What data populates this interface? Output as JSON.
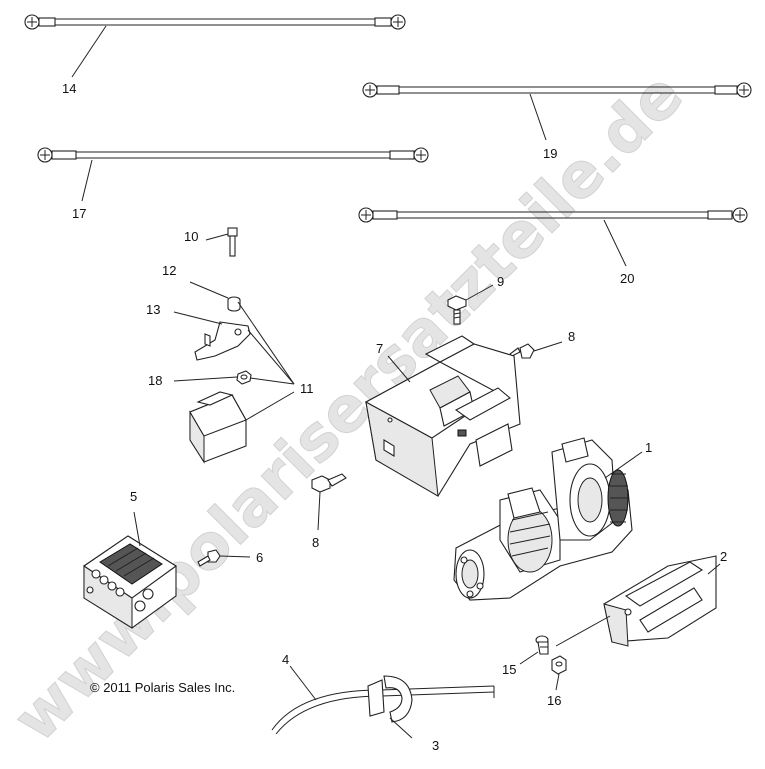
{
  "watermark": "www.polarisersatzteile.de",
  "copyright": "© 2011 Polaris Sales Inc.",
  "callouts": {
    "c1": "1",
    "c2": "2",
    "c3": "3",
    "c4": "4",
    "c5": "5",
    "c6": "6",
    "c7": "7",
    "c8a": "8",
    "c8b": "8",
    "c9": "9",
    "c10": "10",
    "c11": "11",
    "c12": "12",
    "c13": "13",
    "c14": "14",
    "c15": "15",
    "c16": "16",
    "c17": "17",
    "c18": "18",
    "c19": "19",
    "c20": "20"
  }
}
